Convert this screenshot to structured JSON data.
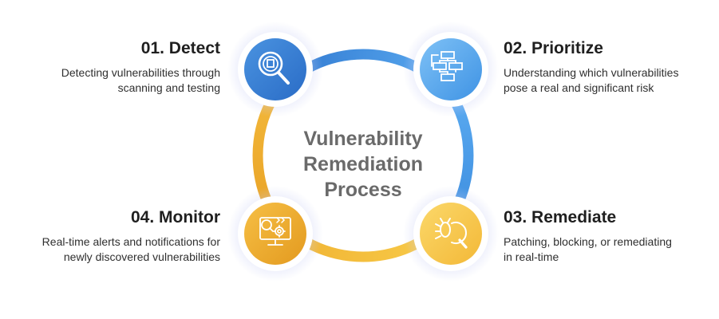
{
  "center": {
    "line1": "Vulnerability",
    "line2": "Remediation",
    "line3": "Process"
  },
  "steps": [
    {
      "title": "01. Detect",
      "desc_line1": "Detecting vulnerabilities through",
      "desc_line2": "scanning and testing",
      "icon": "magnifier-icon",
      "color": "#3a84d6"
    },
    {
      "title": "02. Prioritize",
      "desc_line1": "Understanding which vulnerabilities",
      "desc_line2": "pose a real and significant risk",
      "icon": "priority-flow-icon",
      "color": "#4fa4ec"
    },
    {
      "title": "03. Remediate",
      "desc_line1": "Patching, blocking, or remediating",
      "desc_line2": "in real-time",
      "icon": "bug-search-icon",
      "color": "#f6c343"
    },
    {
      "title": "04. Monitor",
      "desc_line1": "Real-time alerts and notifications for",
      "desc_line2": "newly discovered vulnerabilities",
      "icon": "monitor-gear-icon",
      "color": "#efaa2a"
    }
  ],
  "colors": {
    "blue_dark": "#2f77cf",
    "blue_light": "#5aaaf0",
    "yellow_light": "#f8cc4a",
    "yellow_dark": "#e9a326"
  }
}
